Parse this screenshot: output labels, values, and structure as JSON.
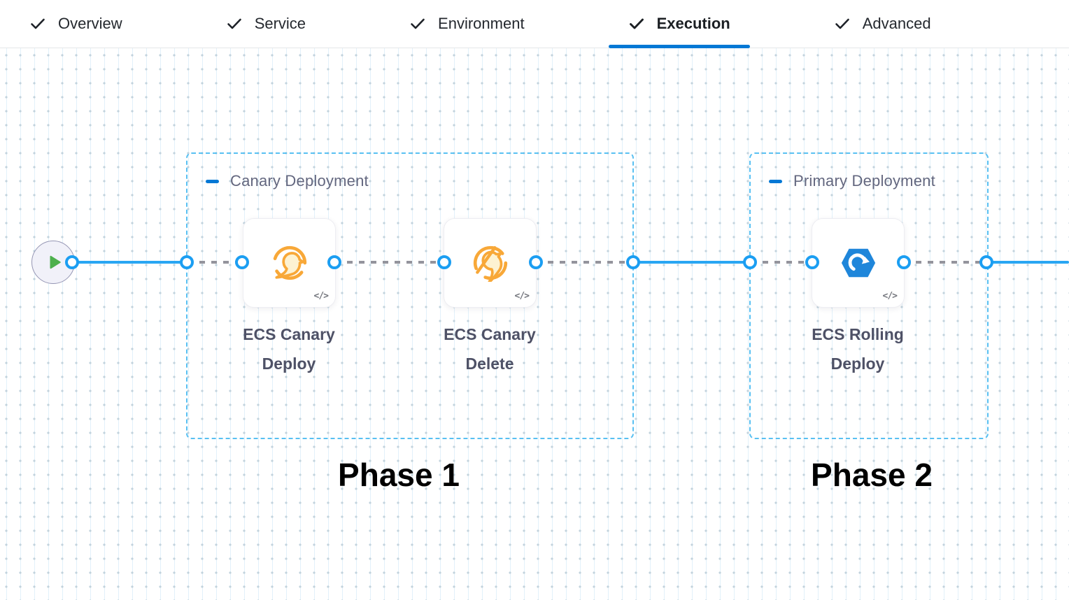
{
  "header": {
    "tabs": [
      {
        "label": "Overview",
        "completed": true,
        "active": false,
        "icon": "check-icon"
      },
      {
        "label": "Service",
        "completed": true,
        "active": false,
        "icon": "check-icon"
      },
      {
        "label": "Environment",
        "completed": true,
        "active": false,
        "icon": "check-icon"
      },
      {
        "label": "Execution",
        "completed": true,
        "active": true,
        "icon": "check-icon"
      },
      {
        "label": "Advanced",
        "completed": true,
        "active": false,
        "icon": "check-icon"
      }
    ]
  },
  "canvas": {
    "start_node": {
      "icon": "play-icon"
    },
    "groups": [
      {
        "label": "Canary Deployment",
        "collapse_icon": "minus-icon",
        "phase_annotation": "Phase 1",
        "steps": [
          {
            "name": "ECS Canary Deploy",
            "icon": "canary-deploy-icon",
            "code_badge": "</>"
          },
          {
            "name": "ECS Canary Delete",
            "icon": "canary-delete-icon",
            "code_badge": "</>"
          }
        ]
      },
      {
        "label": "Primary Deployment",
        "collapse_icon": "minus-icon",
        "phase_annotation": "Phase 2",
        "steps": [
          {
            "name": "ECS Rolling Deploy",
            "icon": "ecs-rolling-deploy-icon",
            "code_badge": "</>"
          }
        ]
      }
    ]
  },
  "colors": {
    "accent_blue": "#0278d5",
    "connector_blue": "#29a6f3",
    "connector_dot_ring": "#1b9ef2",
    "group_border_blue": "#58c0f2",
    "dashed_edge_gray": "#94949c",
    "canary_orange": "#f8a838",
    "canary_fill": "#fdf2d2",
    "ecs_hexagon_blue": "#1f86da",
    "play_green": "#4db04d",
    "tab_text": "#24282e",
    "group_label_text": "#63677f",
    "step_label_text": "#4e5166",
    "annotation_text": "#000000"
  }
}
